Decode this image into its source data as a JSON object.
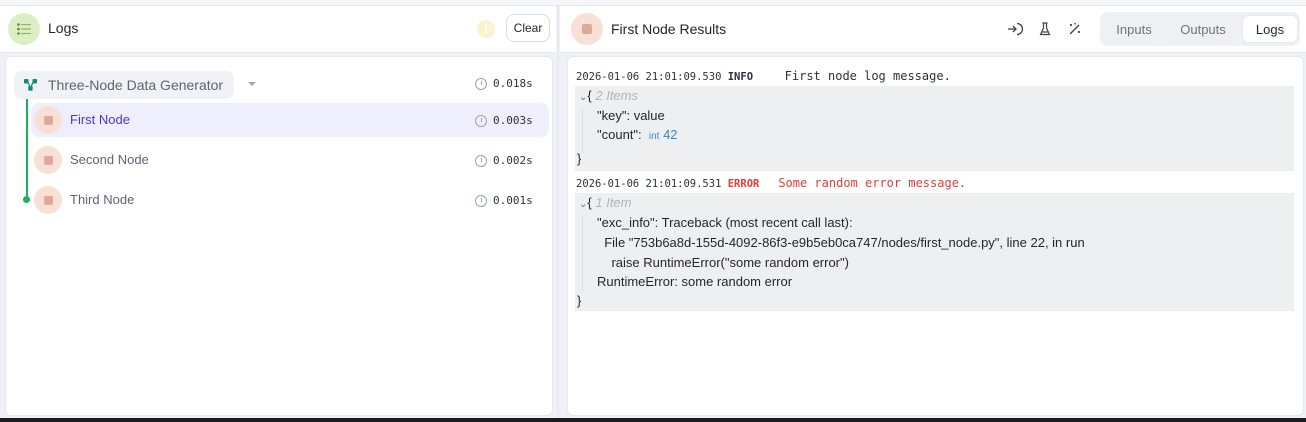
{
  "left_panel": {
    "title": "Logs",
    "info_icon": "i",
    "clear_label": "Clear",
    "workflow": {
      "label": "Three-Node Data Generator",
      "duration": "0.018s"
    },
    "nodes": [
      {
        "label": "First Node",
        "duration": "0.003s",
        "active": true
      },
      {
        "label": "Second Node",
        "duration": "0.002s",
        "active": false
      },
      {
        "label": "Third Node",
        "duration": "0.001s",
        "active": false
      }
    ]
  },
  "right_panel": {
    "title": "First Node Results",
    "icons": [
      "sign-in-icon",
      "flask-icon",
      "magic-wand-icon"
    ],
    "tabs": [
      {
        "label": "Inputs",
        "active": false
      },
      {
        "label": "Outputs",
        "active": false
      },
      {
        "label": "Logs",
        "active": true
      }
    ],
    "logs": [
      {
        "timestamp": "2026-01-06 21:01:09.530",
        "level": "INFO",
        "message": "First node log message.",
        "item_count": "2 Items",
        "open_brace": "{",
        "close_brace": "}",
        "fields": [
          {
            "key": "\"key\": ",
            "value": "value"
          },
          {
            "key": "\"count\": ",
            "type": "int",
            "value": "42"
          }
        ]
      },
      {
        "timestamp": "2026-01-06 21:01:09.531",
        "level": "ERROR",
        "message": "Some random error message.",
        "item_count": "1 Item",
        "open_brace": "{",
        "close_brace": "}",
        "exc_lines": [
          "\"exc_info\": Traceback (most recent call last):",
          "  File \"753b6a8d-155d-4092-86f3-e9b5eb0ca747/nodes/first_node.py\", line 22, in run",
          "    raise RuntimeError(\"some random error\")",
          "RuntimeError: some random error"
        ]
      }
    ]
  },
  "colors": {
    "accent": "#4a36d6",
    "tree_line": "#1fae5c",
    "error": "#e03e36",
    "logs_icon_bg": "#dcefc4",
    "node_badge_bg": "#f9e0d7"
  }
}
